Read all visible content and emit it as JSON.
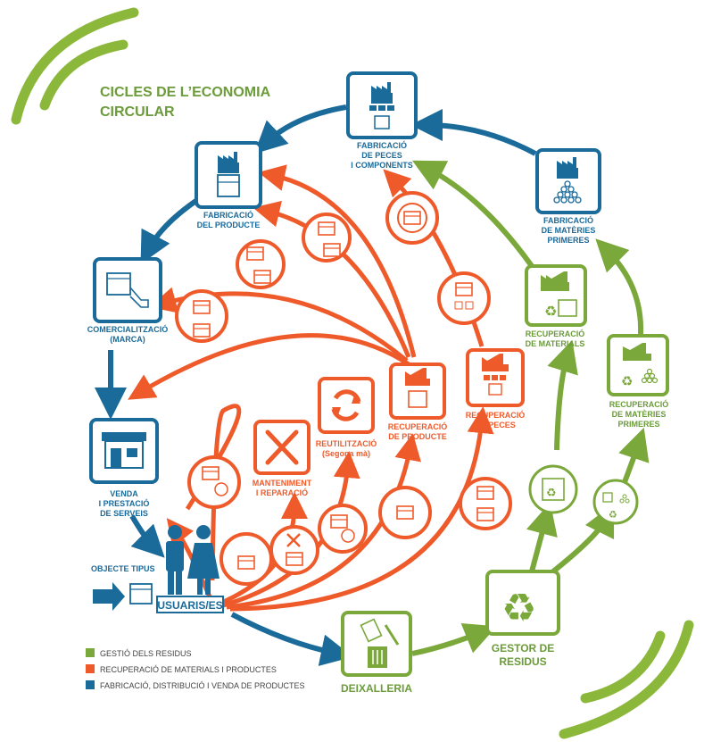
{
  "title_lines": [
    "CICLES DE L’ECONOMIA",
    "CIRCULAR"
  ],
  "nodes": {
    "fab_peces": {
      "label": [
        "FABRICACIÓ",
        "DE PECES",
        "I COMPONENTS"
      ],
      "icon": "factory-parts-icon"
    },
    "fab_producte": {
      "label": [
        "FABRICACIÓ",
        "DEL PRODUCTE"
      ],
      "icon": "factory-product-icon"
    },
    "fab_materies": {
      "label": [
        "FABRICACIÓ",
        "DE MATÈRIES",
        "PRIMERES"
      ],
      "icon": "factory-raw-materials-icon"
    },
    "comercial": {
      "label": [
        "COMERCIALITZACIÓ",
        "(MARCA)"
      ],
      "icon": "box-tag-icon"
    },
    "venda": {
      "label": [
        "VENDA",
        "I PRESTACIÓ",
        "DE SERVEIS"
      ],
      "icon": "shop-icon"
    },
    "rec_materials": {
      "label": [
        "RECUPERACIÓ",
        "DE MATERIALS"
      ],
      "icon": "recycle-factory-icon"
    },
    "rec_materies": {
      "label": [
        "RECUPERACIÓ",
        "DE MATÈRIES",
        "PRIMERES"
      ],
      "icon": "recycle-raw-icon"
    },
    "rec_producte": {
      "label": [
        "RECUPERACIÓ",
        "DE PRODUCTE"
      ],
      "icon": "factory-product-recovery-icon"
    },
    "rec_peces": {
      "label": [
        "RECUPERACIÓ",
        "DE PECES"
      ],
      "icon": "factory-parts-recovery-icon"
    },
    "reutilitzacio": {
      "label": [
        "REUTILITZACIÓ",
        "(Segona mà)"
      ],
      "icon": "reuse-arrows-icon"
    },
    "manteniment": {
      "label": [
        "MANTENIMENT",
        "I REPARACIÓ"
      ],
      "icon": "tools-icon"
    },
    "usuaris": {
      "label": "USUARIS/ES",
      "icon": "users-icon"
    },
    "objecte": {
      "label": "OBJECTE TIPUS",
      "icon": "box-icon"
    },
    "deixalleria": {
      "label": "DEIXALLERIA",
      "icon": "waste-bin-icon"
    },
    "gestor": {
      "label": [
        "GESTOR DE",
        "RESIDUS"
      ],
      "icon": "recycle-icon"
    }
  },
  "legend": [
    {
      "label": "GESTIÓ DELS RESIDUS",
      "color": "#7aa83a"
    },
    {
      "label": "RECUPERACIÓ DE MATERIALS I PRODUCTES",
      "color": "#ef5a2a"
    },
    {
      "label": "FABRICACIÓ, DISTRIBUCIÓ I VENDA DE PRODUCTES",
      "color": "#1a6a9a"
    }
  ],
  "colors": {
    "blue": "#1a6a9a",
    "orange": "#ef5a2a",
    "green": "#7aa83a",
    "lime_deco": "#8bb83a"
  }
}
